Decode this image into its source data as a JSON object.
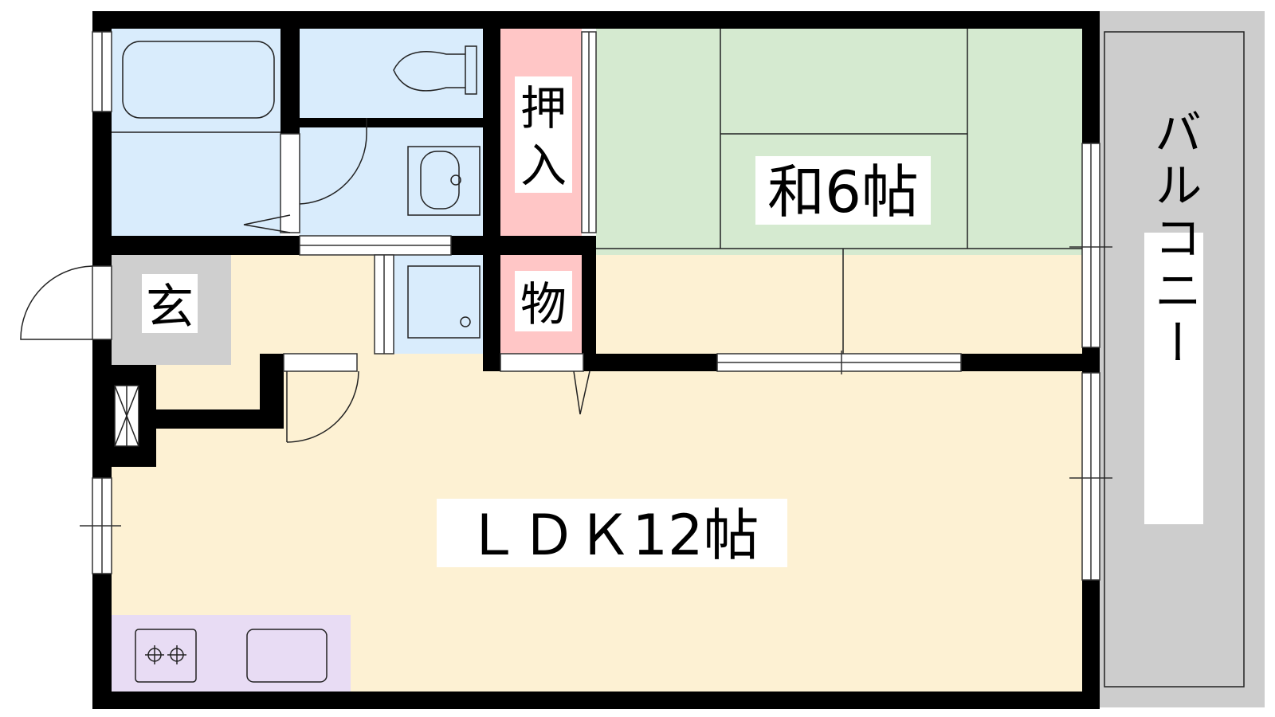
{
  "rooms": {
    "washitsu": {
      "label": "和6帖",
      "color": "#d5ead0"
    },
    "ldk": {
      "label": "ＬＤＫ12帖",
      "color": "#fdf1d3"
    },
    "genkan": {
      "label": "玄",
      "color": "#cfcfcf"
    },
    "oshiire": {
      "label_top": "押",
      "label_bottom": "入",
      "color": "#ffc6c6"
    },
    "monooki": {
      "label": "物",
      "color": "#ffc6c6"
    },
    "balcony": {
      "label": "バルコニー",
      "color": "#cdcdcd"
    },
    "bathroom": {
      "color": "#d9ecfc"
    },
    "kitchen": {
      "color": "#e8dcf4"
    }
  },
  "colors": {
    "wall": "#000000",
    "line": "#333333"
  }
}
